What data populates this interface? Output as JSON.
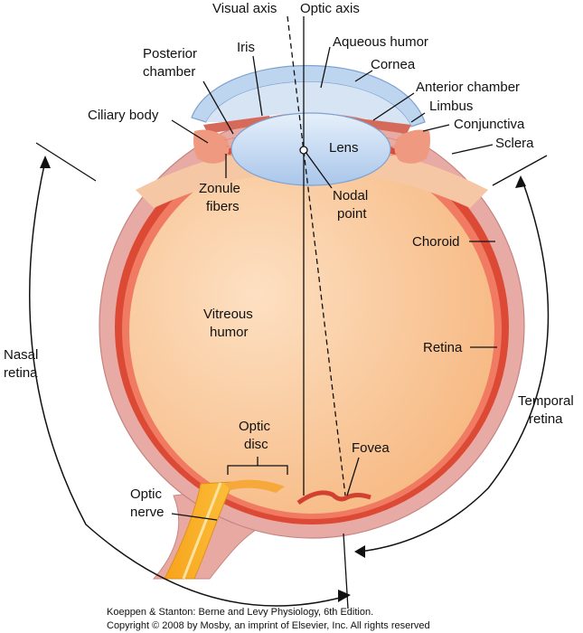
{
  "labels": {
    "visual_axis": "Visual axis",
    "optic_axis": "Optic axis",
    "aqueous_humor": "Aqueous humor",
    "iris": "Iris",
    "posterior_chamber_1": "Posterior",
    "posterior_chamber_2": "chamber",
    "cornea": "Cornea",
    "anterior_chamber": "Anterior chamber",
    "limbus": "Limbus",
    "conjunctiva": "Conjunctiva",
    "ciliary_body": "Ciliary body",
    "sclera": "Sclera",
    "lens": "Lens",
    "zonule_fibers_1": "Zonule",
    "zonule_fibers_2": "fibers",
    "nodal_point_1": "Nodal",
    "nodal_point_2": "point",
    "choroid": "Choroid",
    "vitreous_humor_1": "Vitreous",
    "vitreous_humor_2": "humor",
    "retina": "Retina",
    "nasal_retina_1": "Nasal",
    "nasal_retina_2": "retina",
    "temporal_retina_1": "Temporal",
    "temporal_retina_2": "retina",
    "optic_disc_1": "Optic",
    "optic_disc_2": "disc",
    "fovea": "Fovea",
    "optic_nerve_1": "Optic",
    "optic_nerve_2": "nerve"
  },
  "caption": {
    "line1": "Koeppen & Stanton: Berne and Levy Physiology, 6th Edition.",
    "line2": "Copyright © 2008 by Mosby, an imprint of Elsevier, Inc. All rights reserved"
  }
}
